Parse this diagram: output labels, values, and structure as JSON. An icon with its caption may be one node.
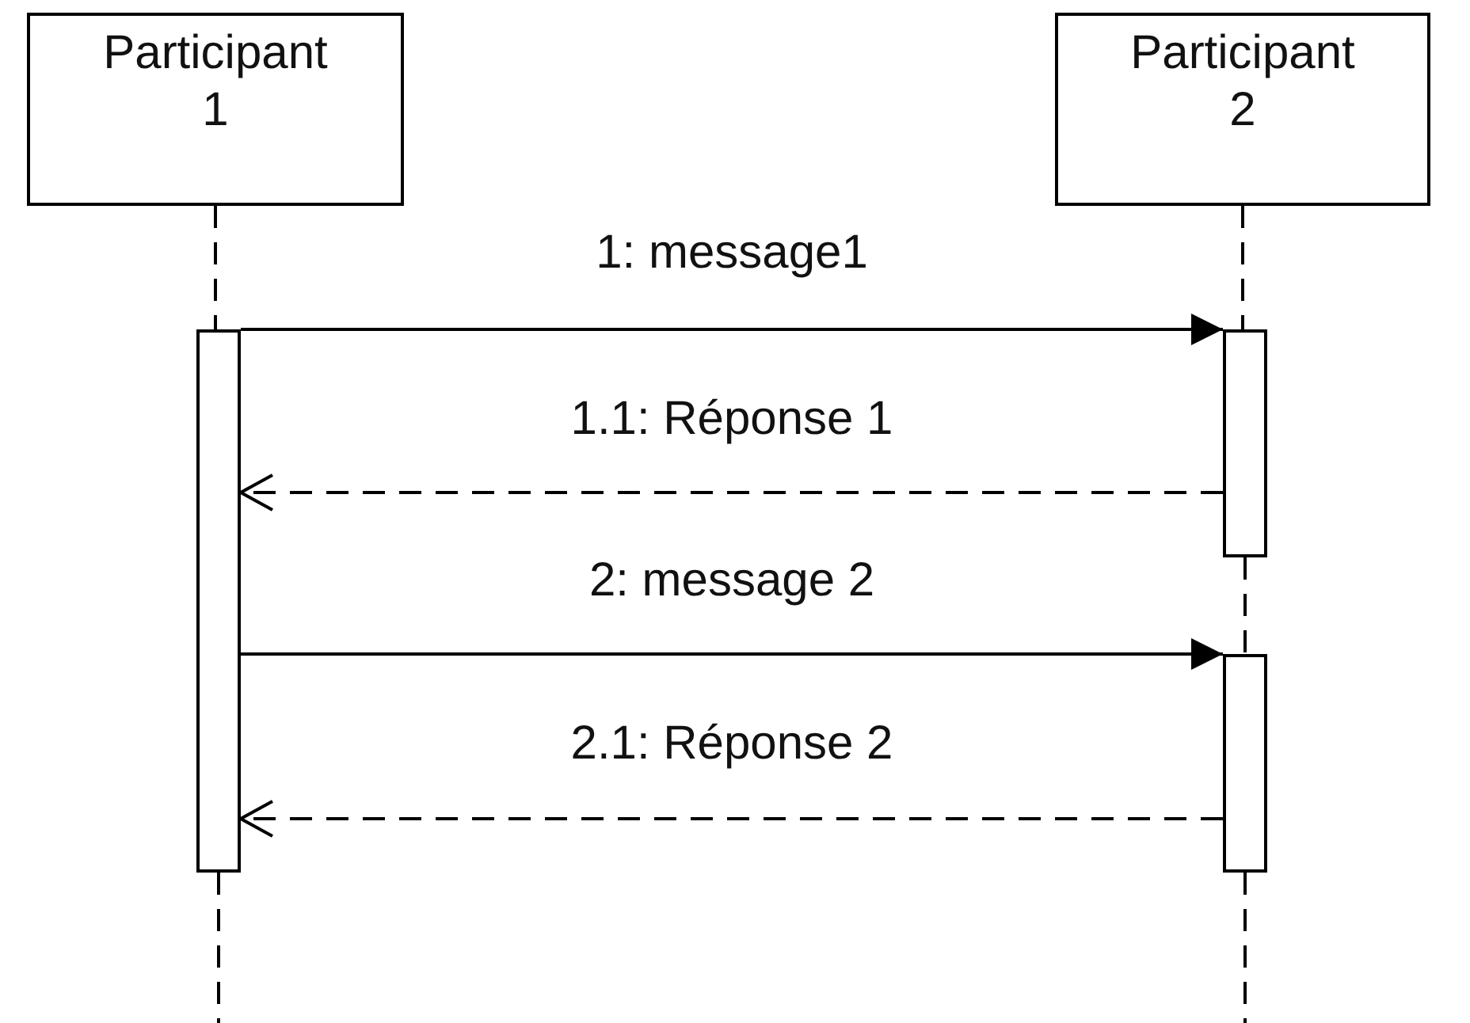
{
  "diagram": {
    "nodes": [
      {
        "text": [
          "Participant 1"
        ]
      },
      {
        "text": [
          "Participant 2"
        ]
      },
      {
        "text": [],
        "shape": "bar"
      },
      {
        "text": [],
        "shape": "bar"
      },
      {
        "text": [],
        "shape": "bar"
      }
    ],
    "edges": [
      {
        "from": 2,
        "to": 3,
        "arrow": "to",
        "label": "1: message1"
      },
      {
        "from": 3,
        "to": 2,
        "arrow": "to",
        "label": "1.1: Réponse 1",
        "style": "dashed"
      },
      {
        "from": 2,
        "to": 4,
        "arrow": "to",
        "label": "2: message 2"
      },
      {
        "from": 4,
        "to": 2,
        "arrow": "to",
        "label": "2.1: Réponse 2",
        "style": "dashed"
      },
      {
        "from": 0,
        "to": 2,
        "arrow": "none",
        "style": "dashed"
      },
      {
        "from": 1,
        "to": 3,
        "arrow": "none",
        "style": "dashed"
      },
      {
        "from": 3,
        "to": 4,
        "arrow": "none",
        "style": "dashed"
      },
      {
        "from": 2,
        "to": null,
        "arrow": "none",
        "style": "dashed"
      },
      {
        "from": 4,
        "to": null,
        "arrow": "none",
        "style": "dashed"
      }
    ]
  }
}
